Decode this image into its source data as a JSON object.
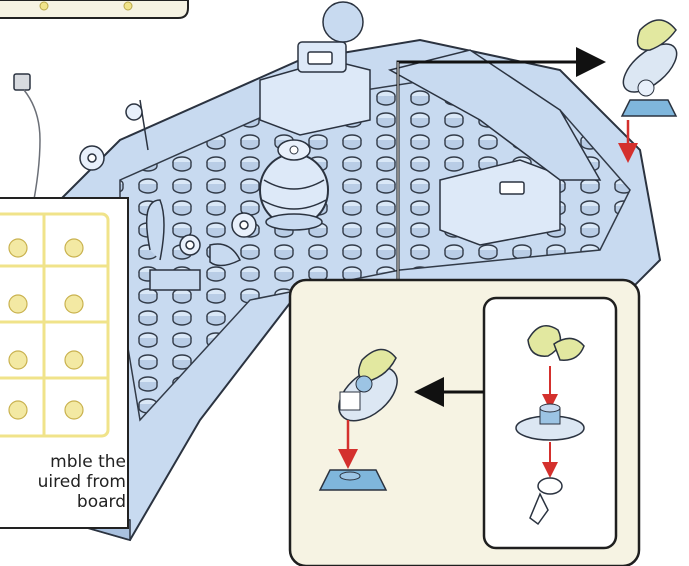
{
  "caption": {
    "lines": [
      "mble the",
      "uired from",
      "board"
    ]
  },
  "colors": {
    "brick_fill": "#c8daf0",
    "brick_top": "#dde9f8",
    "brick_outline": "#2b3340",
    "part_blue": "#7fb6dc",
    "part_yellow": "#e2e8a0",
    "sprue": "#f0e38a",
    "panel_bg": "#f6f3e3",
    "panel_border": "#1f1f1f",
    "arrow_red": "#d4302d",
    "arrow_black": "#111111"
  },
  "icons": [
    "flower-plate-icon",
    "butterfly-icon",
    "stud-icon",
    "arrow-icon"
  ]
}
